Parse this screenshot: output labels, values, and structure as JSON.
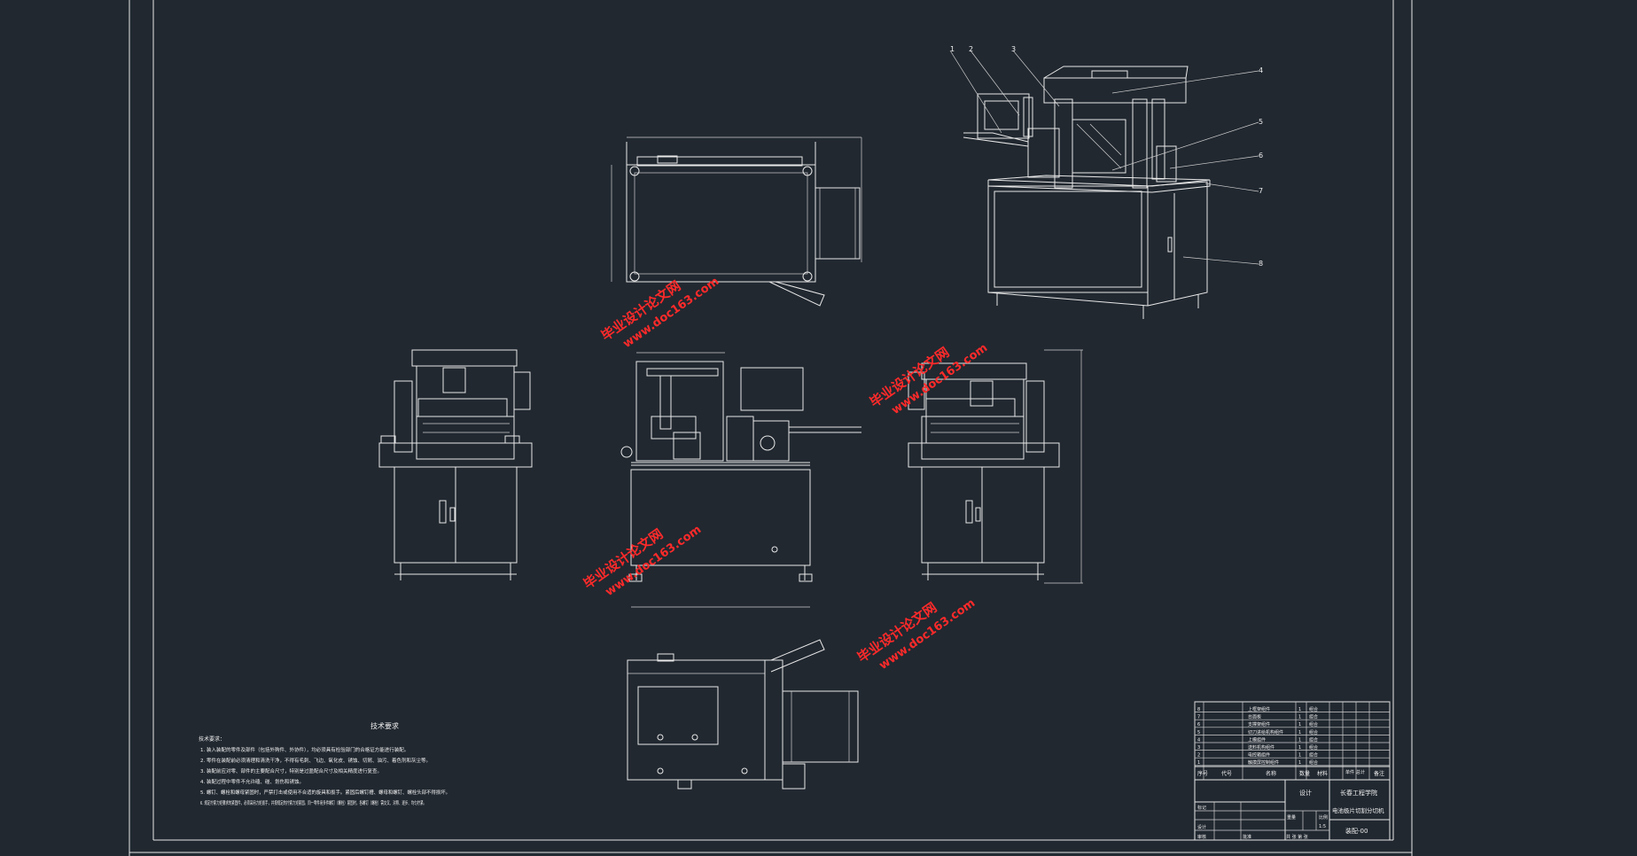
{
  "drawing": {
    "notes_title": "技术要求",
    "notes_subtitle": "技术要求：",
    "notes": [
      "1.  装入装配的零件及部件（包括外购件、外协件），均必须具有检验部门的合格证方能进行装配。",
      "2.  零件在装配前必须清理和清洗干净，不得有毛刺、飞边、氧化皮、锈蚀、切屑、油污、着色剂和灰尘等。",
      "3.  装配前应对零、部件的主要配合尺寸，特别是过盈配合尺寸及相关精度进行复查。",
      "4.  装配过程中零件不允许磕、碰、划伤和锈蚀。",
      "5.  螺钉、螺栓和螺母紧固时，严禁打击或使用不合适的旋具和扳手。紧固后螺钉槽、螺母和螺钉、螺栓头部不得损坏。",
      "6.  规定拧紧力矩要求的紧固件，必须采用力矩扳手，并按规定的拧紧力矩紧固。同一零件用多件螺钉（螺栓）紧固时，各螺钉（螺栓）需交叉、对称、逐步、均匀拧紧。"
    ],
    "callouts": [
      "1",
      "2",
      "3",
      "4",
      "5",
      "6",
      "7",
      "8"
    ],
    "watermarks": [
      "毕业设计论文网",
      "www.doc163.com"
    ],
    "title_block": {
      "school": "长春工程学院",
      "product_name": "电池极片切割分切机",
      "drawing_no": "装配-00",
      "scale": "1:5",
      "header_cols": [
        "序号",
        "代号",
        "名称",
        "数量",
        "材料",
        "单件",
        "总计",
        "备注"
      ],
      "parts_list": [
        {
          "no": "8",
          "name": "上框架组件",
          "qty": "1",
          "mat": "组合"
        },
        {
          "no": "7",
          "name": "台面板",
          "qty": "1",
          "mat": "组合"
        },
        {
          "no": "6",
          "name": "支撑架组件",
          "qty": "1",
          "mat": "组合"
        },
        {
          "no": "5",
          "name": "切刀进给机构组件",
          "qty": "1",
          "mat": "组合"
        },
        {
          "no": "4",
          "name": "上模组件",
          "qty": "1",
          "mat": "组合"
        },
        {
          "no": "3",
          "name": "送料机构组件",
          "qty": "1",
          "mat": "组合"
        },
        {
          "no": "2",
          "name": "电控箱组件",
          "qty": "1",
          "mat": "组合"
        },
        {
          "no": "1",
          "name": "触摸屏控制组件",
          "qty": "1",
          "mat": "组合"
        }
      ],
      "weight_label": "重量",
      "scale_label": "比例",
      "mark_label": "标记",
      "design_label": "设计",
      "check_label": "审核",
      "approve_label": "批准",
      "sheet_label": "共 张 第 张"
    }
  },
  "colors": {
    "background": "#212830",
    "lines": "#e8e8e8",
    "watermark": "#ff2a2a"
  }
}
